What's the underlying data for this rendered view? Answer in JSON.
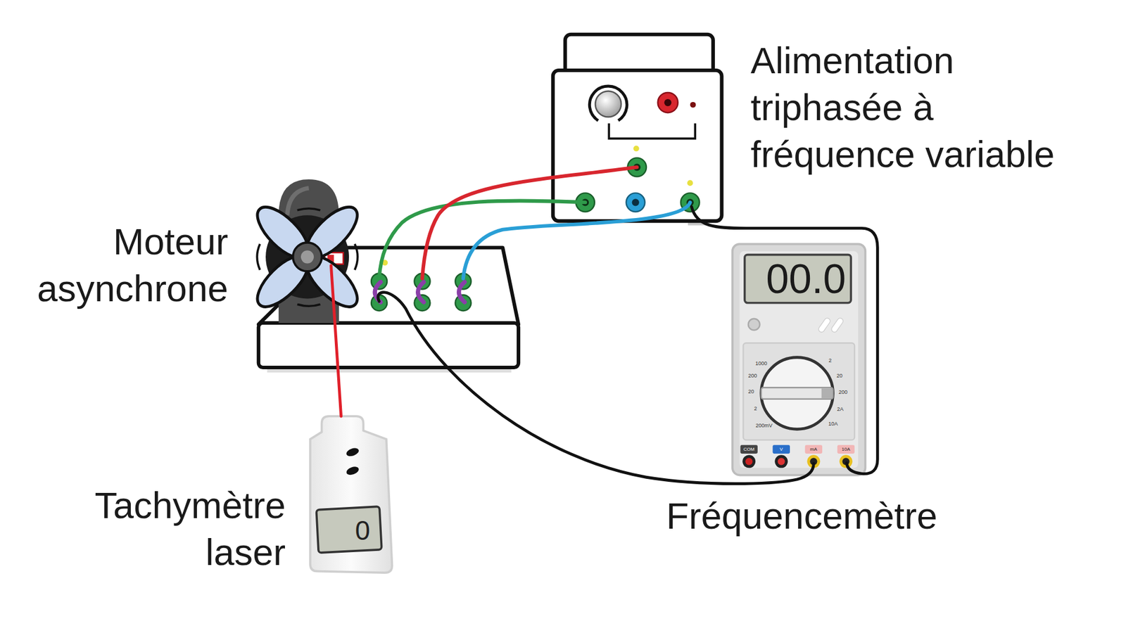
{
  "diagram": {
    "labels": [
      "Alimentation triphasée à fréquence variable",
      "Moteur asynchrone",
      "Tachymètre laser",
      "Fréquencemètre",
      "00.0",
      "0",
      "1000",
      "200",
      "20",
      "2",
      "200mV",
      "2",
      "20",
      "200",
      "2A",
      "10A",
      "COM",
      "V",
      "mA",
      "10A"
    ]
  }
}
